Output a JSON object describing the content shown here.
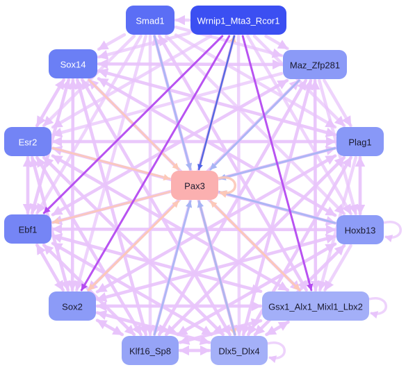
{
  "colors": {
    "edge_light": "#e8c4fb",
    "edge_violet": "#b44af0",
    "edge_blue": "#a6b4f4",
    "edge_blue_strong": "#4d63e8",
    "edge_peach": "#fcc8b8",
    "text_light": "#ffffff",
    "text_dark": "#1a1a2e"
  },
  "nodes": [
    {
      "id": "smad1",
      "label": "Smad1",
      "fill": "#5b6ef5",
      "text": "light"
    },
    {
      "id": "wrnip1",
      "label": "Wrnip1_Mta3_Rcor1",
      "fill": "#3b4ff2",
      "text": "light"
    },
    {
      "id": "sox14",
      "label": "Sox14",
      "fill": "#6b7ff5",
      "text": "light"
    },
    {
      "id": "maz",
      "label": "Maz_Zfp281",
      "fill": "#8b9af7",
      "text": "dark"
    },
    {
      "id": "esr2",
      "label": "Esr2",
      "fill": "#7384f5",
      "text": "light"
    },
    {
      "id": "plag1",
      "label": "Plag1",
      "fill": "#8898f7",
      "text": "dark"
    },
    {
      "id": "pax3",
      "label": "Pax3",
      "fill": "#fbb0b0",
      "text": "dark"
    },
    {
      "id": "ebf1",
      "label": "Ebf1",
      "fill": "#7585f5",
      "text": "dark"
    },
    {
      "id": "hoxb13",
      "label": "Hoxb13",
      "fill": "#8d9cf7",
      "text": "dark"
    },
    {
      "id": "sox2",
      "label": "Sox2",
      "fill": "#8c9bf7",
      "text": "dark"
    },
    {
      "id": "gsx1",
      "label": "Gsx1_Alx1_Mixl1_Lbx2",
      "fill": "#a3aff8",
      "text": "dark"
    },
    {
      "id": "klf16",
      "label": "Klf16_Sp8",
      "fill": "#96a4f7",
      "text": "dark"
    },
    {
      "id": "dlx5",
      "label": "Dlx5_Dlx4",
      "fill": "#a4b0f8",
      "text": "dark"
    }
  ],
  "edges": [
    {
      "from": "smad1",
      "to": "sox14",
      "style": "light"
    },
    {
      "from": "smad1",
      "to": "esr2",
      "style": "light"
    },
    {
      "from": "smad1",
      "to": "ebf1",
      "style": "light"
    },
    {
      "from": "smad1",
      "to": "sox2",
      "style": "light"
    },
    {
      "from": "smad1",
      "to": "klf16",
      "style": "light"
    },
    {
      "from": "smad1",
      "to": "dlx5",
      "style": "light"
    },
    {
      "from": "smad1",
      "to": "gsx1",
      "style": "light"
    },
    {
      "from": "smad1",
      "to": "hoxb13",
      "style": "light"
    },
    {
      "from": "smad1",
      "to": "plag1",
      "style": "light"
    },
    {
      "from": "smad1",
      "to": "maz",
      "style": "light"
    },
    {
      "from": "smad1",
      "to": "pax3",
      "style": "blue"
    },
    {
      "from": "wrnip1",
      "to": "smad1",
      "style": "light"
    },
    {
      "from": "wrnip1",
      "to": "sox14",
      "style": "light"
    },
    {
      "from": "wrnip1",
      "to": "esr2",
      "style": "light"
    },
    {
      "from": "wrnip1",
      "to": "ebf1",
      "style": "violet"
    },
    {
      "from": "wrnip1",
      "to": "sox2",
      "style": "violet"
    },
    {
      "from": "wrnip1",
      "to": "klf16",
      "style": "light"
    },
    {
      "from": "wrnip1",
      "to": "dlx5",
      "style": "light"
    },
    {
      "from": "wrnip1",
      "to": "gsx1",
      "style": "violet"
    },
    {
      "from": "wrnip1",
      "to": "hoxb13",
      "style": "light"
    },
    {
      "from": "wrnip1",
      "to": "plag1",
      "style": "light"
    },
    {
      "from": "wrnip1",
      "to": "maz",
      "style": "light"
    },
    {
      "from": "wrnip1",
      "to": "pax3",
      "style": "blue_strong"
    },
    {
      "from": "sox14",
      "to": "maz",
      "style": "light"
    },
    {
      "from": "sox14",
      "to": "esr2",
      "style": "light"
    },
    {
      "from": "sox14",
      "to": "ebf1",
      "style": "light"
    },
    {
      "from": "sox14",
      "to": "sox2",
      "style": "light"
    },
    {
      "from": "sox14",
      "to": "klf16",
      "style": "light"
    },
    {
      "from": "sox14",
      "to": "dlx5",
      "style": "light"
    },
    {
      "from": "sox14",
      "to": "gsx1",
      "style": "light"
    },
    {
      "from": "sox14",
      "to": "hoxb13",
      "style": "light"
    },
    {
      "from": "sox14",
      "to": "plag1",
      "style": "light"
    },
    {
      "from": "sox14",
      "to": "pax3",
      "style": "peach"
    },
    {
      "from": "maz",
      "to": "esr2",
      "style": "light"
    },
    {
      "from": "maz",
      "to": "ebf1",
      "style": "light"
    },
    {
      "from": "maz",
      "to": "sox2",
      "style": "light"
    },
    {
      "from": "maz",
      "to": "klf16",
      "style": "light"
    },
    {
      "from": "maz",
      "to": "dlx5",
      "style": "light"
    },
    {
      "from": "maz",
      "to": "gsx1",
      "style": "light"
    },
    {
      "from": "maz",
      "to": "hoxb13",
      "style": "light"
    },
    {
      "from": "maz",
      "to": "plag1",
      "style": "light"
    },
    {
      "from": "maz",
      "to": "sox14",
      "style": "light"
    },
    {
      "from": "maz",
      "to": "pax3",
      "style": "blue"
    },
    {
      "from": "esr2",
      "to": "plag1",
      "style": "light"
    },
    {
      "from": "esr2",
      "to": "ebf1",
      "style": "light"
    },
    {
      "from": "esr2",
      "to": "sox2",
      "style": "light"
    },
    {
      "from": "esr2",
      "to": "klf16",
      "style": "light"
    },
    {
      "from": "esr2",
      "to": "dlx5",
      "style": "light"
    },
    {
      "from": "esr2",
      "to": "gsx1",
      "style": "light"
    },
    {
      "from": "esr2",
      "to": "hoxb13",
      "style": "light"
    },
    {
      "from": "esr2",
      "to": "sox14",
      "style": "light"
    },
    {
      "from": "esr2",
      "to": "pax3",
      "style": "peach"
    },
    {
      "from": "plag1",
      "to": "esr2",
      "style": "light"
    },
    {
      "from": "plag1",
      "to": "ebf1",
      "style": "light"
    },
    {
      "from": "plag1",
      "to": "sox2",
      "style": "light"
    },
    {
      "from": "plag1",
      "to": "klf16",
      "style": "light"
    },
    {
      "from": "plag1",
      "to": "dlx5",
      "style": "light"
    },
    {
      "from": "plag1",
      "to": "gsx1",
      "style": "light"
    },
    {
      "from": "plag1",
      "to": "hoxb13",
      "style": "light"
    },
    {
      "from": "plag1",
      "to": "sox14",
      "style": "light"
    },
    {
      "from": "plag1",
      "to": "pax3",
      "style": "blue"
    },
    {
      "from": "ebf1",
      "to": "hoxb13",
      "style": "light"
    },
    {
      "from": "ebf1",
      "to": "sox2",
      "style": "light"
    },
    {
      "from": "ebf1",
      "to": "klf16",
      "style": "light"
    },
    {
      "from": "ebf1",
      "to": "dlx5",
      "style": "light"
    },
    {
      "from": "ebf1",
      "to": "gsx1",
      "style": "light"
    },
    {
      "from": "ebf1",
      "to": "plag1",
      "style": "light"
    },
    {
      "from": "ebf1",
      "to": "esr2",
      "style": "light"
    },
    {
      "from": "ebf1",
      "to": "sox14",
      "style": "light"
    },
    {
      "from": "ebf1",
      "to": "maz",
      "style": "light"
    },
    {
      "from": "hoxb13",
      "to": "ebf1",
      "style": "light"
    },
    {
      "from": "hoxb13",
      "to": "sox2",
      "style": "light"
    },
    {
      "from": "hoxb13",
      "to": "klf16",
      "style": "light"
    },
    {
      "from": "hoxb13",
      "to": "dlx5",
      "style": "light"
    },
    {
      "from": "hoxb13",
      "to": "gsx1",
      "style": "light"
    },
    {
      "from": "hoxb13",
      "to": "plag1",
      "style": "light"
    },
    {
      "from": "hoxb13",
      "to": "esr2",
      "style": "light"
    },
    {
      "from": "hoxb13",
      "to": "sox14",
      "style": "light"
    },
    {
      "from": "hoxb13",
      "to": "pax3",
      "style": "blue"
    },
    {
      "from": "sox2",
      "to": "gsx1",
      "style": "light"
    },
    {
      "from": "sox2",
      "to": "klf16",
      "style": "light"
    },
    {
      "from": "sox2",
      "to": "dlx5",
      "style": "light"
    },
    {
      "from": "sox2",
      "to": "hoxb13",
      "style": "light"
    },
    {
      "from": "sox2",
      "to": "plag1",
      "style": "light"
    },
    {
      "from": "sox2",
      "to": "maz",
      "style": "light"
    },
    {
      "from": "sox2",
      "to": "esr2",
      "style": "light"
    },
    {
      "from": "sox2",
      "to": "sox14",
      "style": "light"
    },
    {
      "from": "sox2",
      "to": "ebf1",
      "style": "light"
    },
    {
      "from": "sox2",
      "to": "pax3",
      "style": "peach"
    },
    {
      "from": "gsx1",
      "to": "sox2",
      "style": "light"
    },
    {
      "from": "gsx1",
      "to": "klf16",
      "style": "light"
    },
    {
      "from": "gsx1",
      "to": "dlx5",
      "style": "light"
    },
    {
      "from": "gsx1",
      "to": "ebf1",
      "style": "light"
    },
    {
      "from": "gsx1",
      "to": "esr2",
      "style": "light"
    },
    {
      "from": "gsx1",
      "to": "sox14",
      "style": "light"
    },
    {
      "from": "gsx1",
      "to": "maz",
      "style": "light"
    },
    {
      "from": "gsx1",
      "to": "smad1",
      "style": "light"
    },
    {
      "from": "gsx1",
      "to": "pax3",
      "style": "peach"
    },
    {
      "from": "klf16",
      "to": "dlx5",
      "style": "light"
    },
    {
      "from": "klf16",
      "to": "gsx1",
      "style": "light"
    },
    {
      "from": "klf16",
      "to": "sox2",
      "style": "light"
    },
    {
      "from": "klf16",
      "to": "ebf1",
      "style": "light"
    },
    {
      "from": "klf16",
      "to": "esr2",
      "style": "light"
    },
    {
      "from": "klf16",
      "to": "sox14",
      "style": "light"
    },
    {
      "from": "klf16",
      "to": "maz",
      "style": "light"
    },
    {
      "from": "klf16",
      "to": "plag1",
      "style": "light"
    },
    {
      "from": "klf16",
      "to": "hoxb13",
      "style": "light"
    },
    {
      "from": "klf16",
      "to": "pax3",
      "style": "blue"
    },
    {
      "from": "dlx5",
      "to": "klf16",
      "style": "light"
    },
    {
      "from": "dlx5",
      "to": "gsx1",
      "style": "light"
    },
    {
      "from": "dlx5",
      "to": "sox2",
      "style": "light"
    },
    {
      "from": "dlx5",
      "to": "ebf1",
      "style": "light"
    },
    {
      "from": "dlx5",
      "to": "esr2",
      "style": "light"
    },
    {
      "from": "dlx5",
      "to": "sox14",
      "style": "light"
    },
    {
      "from": "dlx5",
      "to": "maz",
      "style": "light"
    },
    {
      "from": "dlx5",
      "to": "plag1",
      "style": "light"
    },
    {
      "from": "dlx5",
      "to": "hoxb13",
      "style": "light"
    },
    {
      "from": "dlx5",
      "to": "smad1",
      "style": "light"
    },
    {
      "from": "dlx5",
      "to": "pax3",
      "style": "blue"
    },
    {
      "from": "pax3",
      "to": "ebf1",
      "style": "peach"
    },
    {
      "from": "pax3",
      "to": "sox2",
      "style": "peach"
    },
    {
      "from": "pax3",
      "to": "gsx1",
      "style": "peach"
    },
    {
      "from": "pax3",
      "to": "dlx5",
      "style": "peach"
    },
    {
      "from": "pax3",
      "to": "wrnip1",
      "style": "peach"
    }
  ],
  "self_loops": [
    "hoxb13",
    "gsx1",
    "dlx5",
    "pax3"
  ]
}
